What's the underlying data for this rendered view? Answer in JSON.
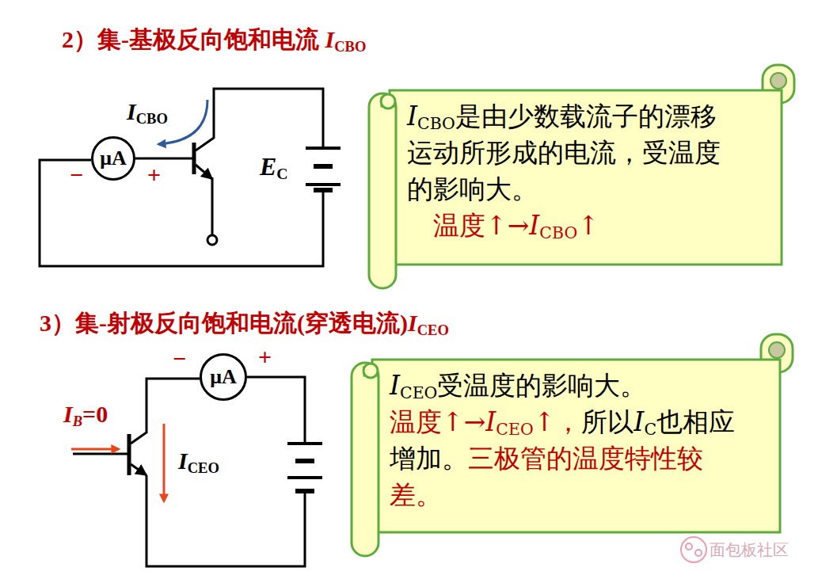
{
  "diagram": {
    "nodes": [
      {
        "text": [
          "μA"
        ]
      },
      {
        "text": [
          "ICBO是由少数载流子的漂移运动所形成的电流，受温度的影响大。",
          "温度↑→ICBO↑"
        ]
      },
      {
        "text": [
          "μA"
        ]
      },
      {
        "text": [
          "ICEO受温度的影响大。",
          "温度↑→ICEO↑，",
          "所以IC也相应增加。",
          "三极管的温度特性较差。"
        ]
      }
    ],
    "labels": [
      "2）集-基极反向饱和电流 ICBO",
      "ICBO",
      "−",
      "+",
      "EC",
      "3）集-射极反向饱和电流(穿透电流)ICEO",
      "−",
      "+",
      "IB=0",
      "ICEO",
      "面包板社区"
    ]
  }
}
